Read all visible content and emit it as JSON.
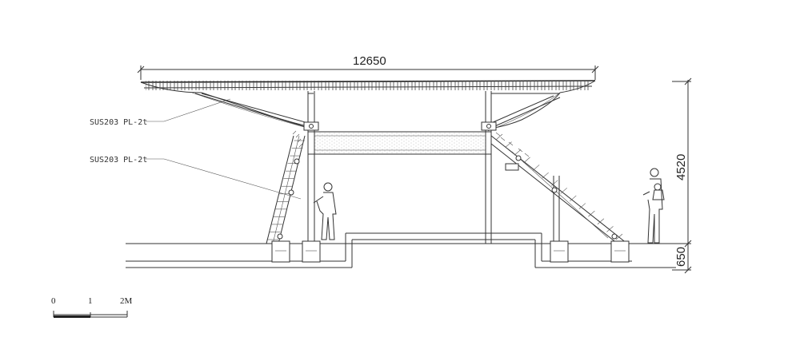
{
  "dimensions": {
    "span": "12650",
    "height": "4520",
    "base": "650"
  },
  "labels": {
    "material_upper": "SUS203 PL-2t",
    "material_lower": "SUS203 PL-2t"
  },
  "scale_bar": {
    "tick_0": "0",
    "tick_1": "1",
    "tick_2": "2M"
  }
}
